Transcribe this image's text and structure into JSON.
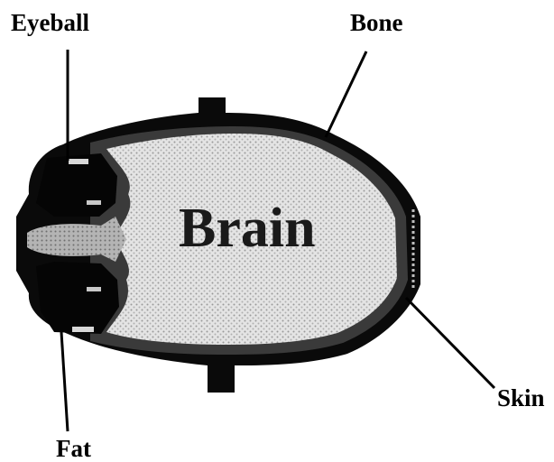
{
  "diagram": {
    "labels": {
      "eyeball": "Eyeball",
      "bone": "Bone",
      "skin": "Skin",
      "fat": "Fat",
      "brain": "Brain"
    },
    "colors": {
      "outline": "#000000",
      "brain_fill": "#d9d9d9",
      "eye_fill": "#a6a6a6",
      "background": "#ffffff"
    }
  }
}
